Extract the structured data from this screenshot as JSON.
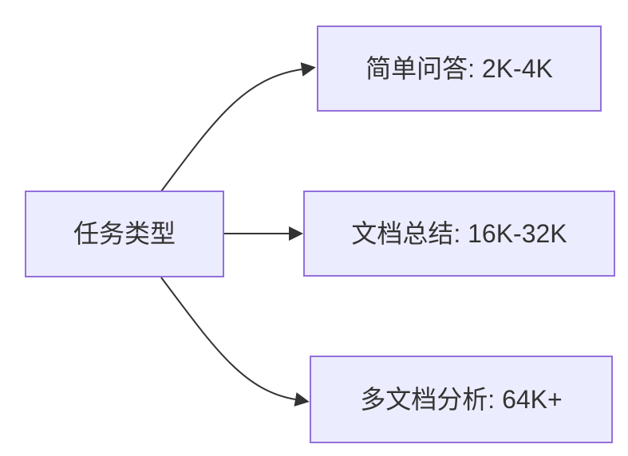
{
  "diagram": {
    "type": "flowchart-LR",
    "colors": {
      "background": "#FFFFFF",
      "node-fill": "#ECECFF",
      "node-border": "#9370DB",
      "edge-color": "#333333",
      "text-color": "#333333"
    },
    "nodes": [
      {
        "id": "root",
        "label": "任务类型"
      },
      {
        "id": "qa",
        "label": "简单问答: 2K-4K"
      },
      {
        "id": "summary",
        "label": "文档总结: 16K-32K"
      },
      {
        "id": "multidoc",
        "label": "多文档分析: 64K+"
      }
    ],
    "edges": [
      {
        "from": "root",
        "to": "qa"
      },
      {
        "from": "root",
        "to": "summary"
      },
      {
        "from": "root",
        "to": "multidoc"
      }
    ]
  }
}
